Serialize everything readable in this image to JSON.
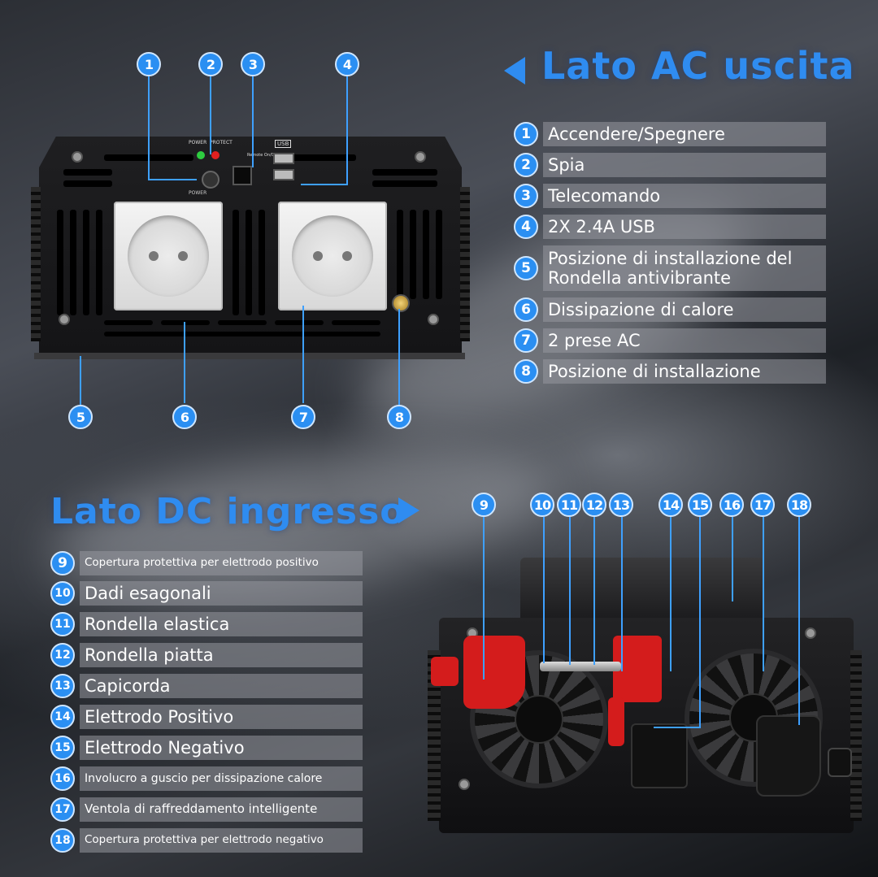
{
  "ac_section": {
    "title": "Lato AC uscita",
    "device_labels": {
      "power": "POWER",
      "protect": "PROTECT",
      "remote": "Remote On/Off",
      "usb": "USB",
      "power_button": "POWER"
    },
    "items": [
      {
        "n": "1",
        "label": "Accendere/Spegnere"
      },
      {
        "n": "2",
        "label": "Spia"
      },
      {
        "n": "3",
        "label": "Telecomando"
      },
      {
        "n": "4",
        "label": "2X 2.4A USB"
      },
      {
        "n": "5",
        "label": "Posizione di installazione del Rondella antivibrante"
      },
      {
        "n": "6",
        "label": "Dissipazione di calore"
      },
      {
        "n": "7",
        "label": "2 prese AC"
      },
      {
        "n": "8",
        "label": "Posizione di installazione"
      }
    ]
  },
  "dc_section": {
    "title": "Lato DC ingresso",
    "items": [
      {
        "n": "9",
        "label": "Copertura protettiva per elettrodo positivo"
      },
      {
        "n": "10",
        "label": "Dadi esagonali"
      },
      {
        "n": "11",
        "label": "Rondella elastica"
      },
      {
        "n": "12",
        "label": "Rondella piatta"
      },
      {
        "n": "13",
        "label": "Capicorda"
      },
      {
        "n": "14",
        "label": "Elettrodo Positivo"
      },
      {
        "n": "15",
        "label": "Elettrodo Negativo"
      },
      {
        "n": "16",
        "label": "Involucro a guscio per dissipazione calore"
      },
      {
        "n": "17",
        "label": "Ventola di raffreddamento intelligente"
      },
      {
        "n": "18",
        "label": "Copertura protettiva per elettrodo negativo"
      }
    ]
  },
  "colors": {
    "accent": "#2b8ff2",
    "title": "#2f8cf0",
    "terminal_red": "#d41c1c"
  }
}
